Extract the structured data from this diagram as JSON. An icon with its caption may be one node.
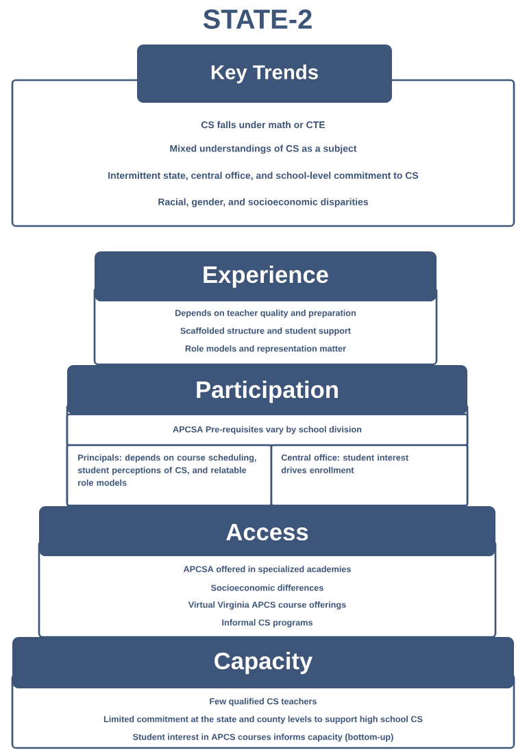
{
  "diagram": {
    "title": "STATE-2",
    "nodes": [
      {
        "text": [
          "Key Trends",
          "CS falls under math or CTE",
          "Mixed understandings of CS as a subject",
          "Intermittent state, central office, and school-level commitment to CS",
          "Racial, gender, and socioeconomic disparities"
        ]
      },
      {
        "text": [
          "Experience",
          "Depends on teacher quality and preparation",
          "Scaffolded structure and student support",
          "Role models and representation matter"
        ]
      },
      {
        "text": [
          "Participation"
        ]
      },
      {
        "text": [
          "APCSA Pre-requisites vary by school division"
        ],
        "in": 2
      },
      {
        "text": [
          "Principals: depends on course scheduling, student perceptions of CS, and relatable role models"
        ],
        "in": 2
      },
      {
        "text": [
          "Central office: student interest drives enrollment"
        ],
        "in": 2
      },
      {
        "text": [
          "Access",
          "APCSA offered in specialized academies",
          "Socioeconomic differences",
          "Virtual Virginia APCS course offerings",
          "Informal CS programs"
        ]
      },
      {
        "text": [
          "Capacity",
          "Few qualified CS teachers",
          "Limited commitment at the state and county levels to support high school CS",
          "Student interest in APCS courses informs capacity (bottom-up)"
        ]
      }
    ]
  }
}
